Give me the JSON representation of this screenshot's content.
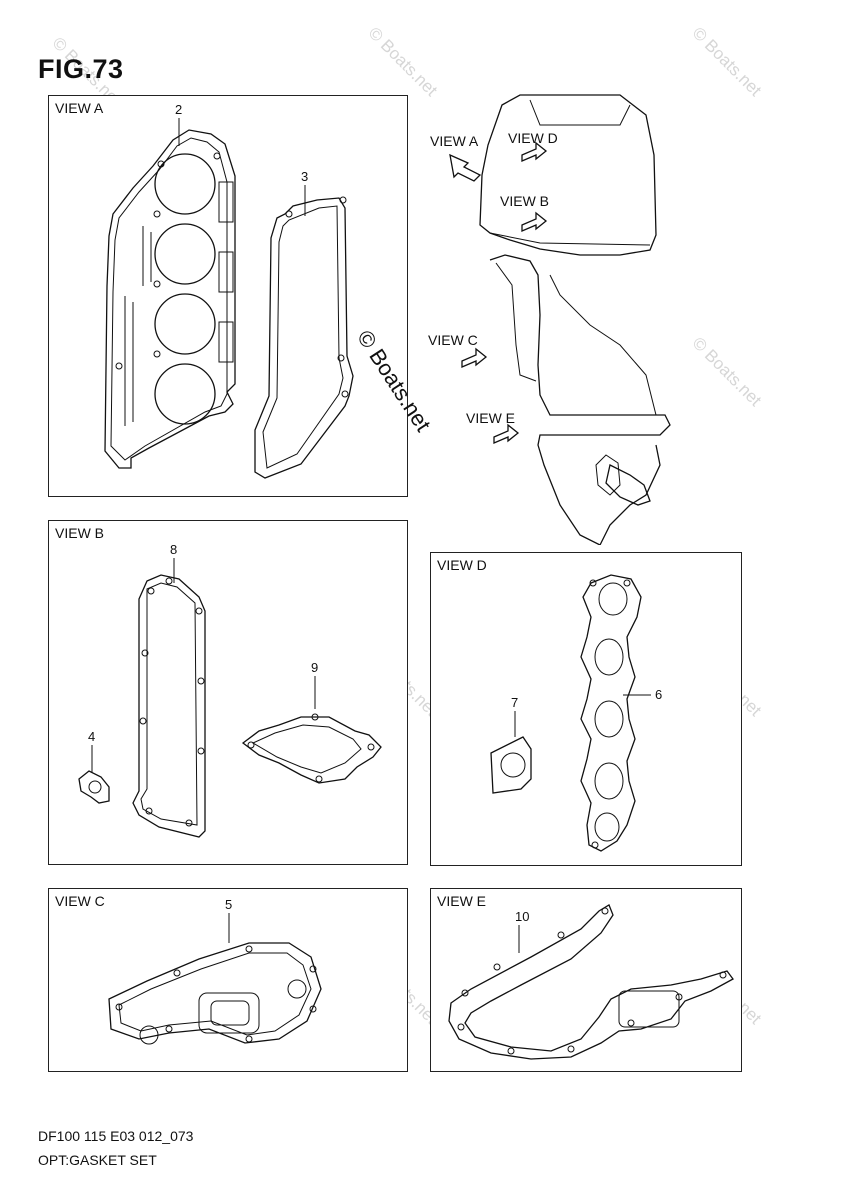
{
  "figure": {
    "title": "FIG.73"
  },
  "views": {
    "a": {
      "label": "VIEW A",
      "callouts": [
        "2",
        "3"
      ]
    },
    "b": {
      "label": "VIEW B",
      "callouts": [
        "8",
        "9",
        "4"
      ]
    },
    "c": {
      "label": "VIEW C",
      "callouts": [
        "5"
      ]
    },
    "d": {
      "label": "VIEW D",
      "callouts": [
        "6",
        "7"
      ]
    },
    "e": {
      "label": "VIEW E",
      "callouts": [
        "10"
      ]
    }
  },
  "engine": {
    "tags": [
      "VIEW A",
      "VIEW D",
      "VIEW B",
      "VIEW C",
      "VIEW E"
    ]
  },
  "watermark": {
    "text": "© Boats.net",
    "center_text": "© Boats.net"
  },
  "footer": {
    "code": "DF100 115 E03 012_073",
    "caption": "OPT:GASKET SET"
  }
}
